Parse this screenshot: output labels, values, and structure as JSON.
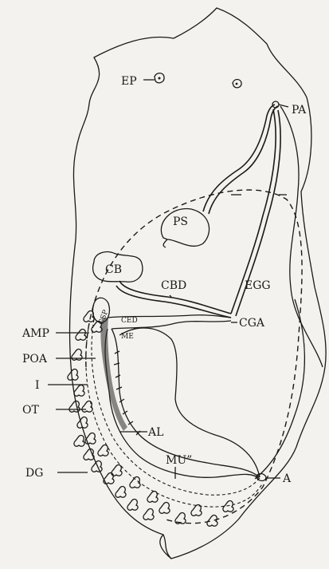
{
  "labels": {
    "ep": "EP",
    "pa": "PA",
    "ps": "PS",
    "cb": "CB",
    "cbd": "CBD",
    "egg": "EGG",
    "amp": "AMP",
    "csp": "CSP",
    "ced": "CED",
    "me": "ME",
    "cga": "CGA",
    "poa": "POA",
    "i": "I",
    "ot": "OT",
    "al": "AL",
    "dg": "DG",
    "mu": "MU”",
    "a": "A"
  }
}
